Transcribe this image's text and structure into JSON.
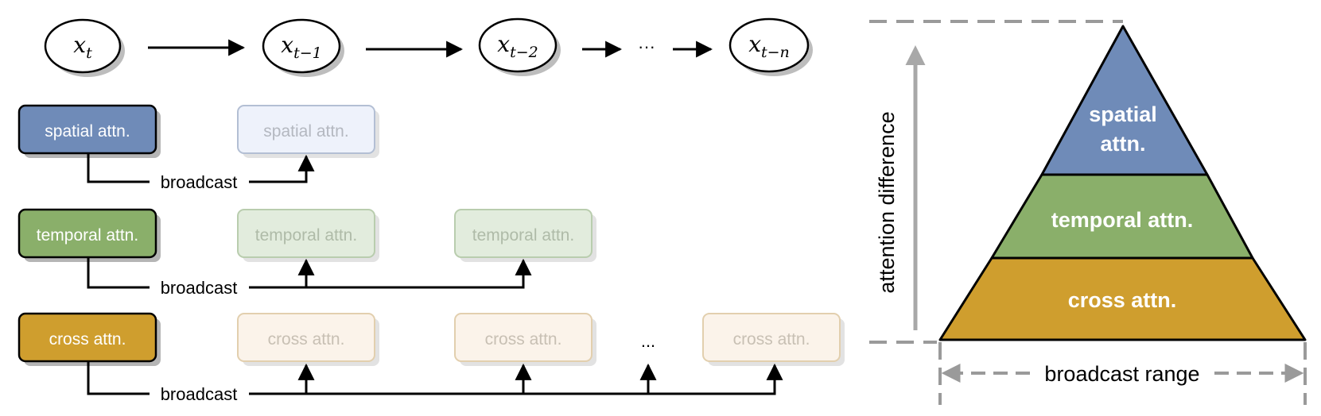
{
  "timeline": {
    "steps": [
      {
        "base": "x",
        "sub": "t"
      },
      {
        "base": "x",
        "sub": "t−1"
      },
      {
        "base": "x",
        "sub": "t−2"
      },
      {
        "base": "x",
        "sub": "t−n"
      }
    ],
    "ellipsis": "···"
  },
  "rows": {
    "spatial": {
      "label": "spatial attn.",
      "ghost": "spatial attn.",
      "broadcast": "broadcast"
    },
    "temporal": {
      "label": "temporal attn.",
      "ghost": "temporal attn.",
      "broadcast": "broadcast"
    },
    "cross": {
      "label": "cross attn.",
      "ghost": "cross attn.",
      "broadcast": "broadcast",
      "ellipsis": "..."
    }
  },
  "pyramid": {
    "top_line1": "spatial",
    "top_line2": "attn.",
    "middle": "temporal attn.",
    "bottom": "cross attn.",
    "y_axis_label": "attention difference",
    "x_axis_label": "broadcast range"
  },
  "colors": {
    "spatial": "#6F8BB8",
    "temporal": "#8AAF6A",
    "cross": "#CF9E2E",
    "spatial_ghost": "#EEF2FB",
    "temporal_ghost": "#E2ECDD",
    "cross_ghost": "#FBF3EA",
    "axis_gray": "#9A9A9A"
  }
}
